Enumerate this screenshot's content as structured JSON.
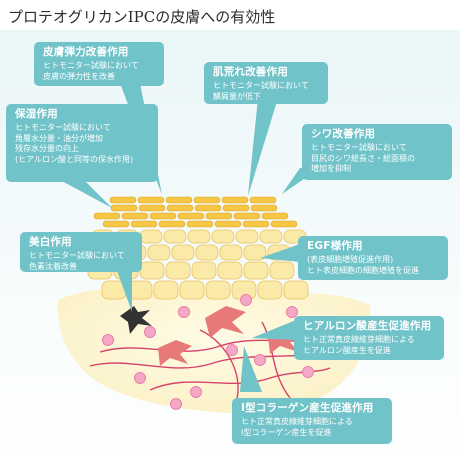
{
  "title": "プロテオグリカンIPCの皮膚への有効性",
  "callouts": {
    "elasticity": {
      "title": "皮膚弾力改善作用",
      "lines": [
        "ヒトモニター試験において",
        "皮膚の弾力性を改善"
      ]
    },
    "roughness": {
      "title": "肌荒れ改善作用",
      "lines": [
        "ヒトモニター試験において",
        "鱗屑量が低下"
      ]
    },
    "moisture": {
      "title": "保湿作用",
      "lines": [
        "ヒトモニター試験において",
        "角層水分量・油分が増加",
        "残存水分量の向上",
        "(ヒアルロン酸と同等の保水作用)"
      ]
    },
    "wrinkle": {
      "title": "シワ改善作用",
      "lines": [
        "ヒトモニター試験において",
        "目尻のシワ総長さ・総面積の",
        "増加を抑制"
      ]
    },
    "whitening": {
      "title": "美白作用",
      "lines": [
        "ヒトモニター試験において",
        "色素沈着改善"
      ]
    },
    "egf": {
      "title": "EGF様作用",
      "lines": [
        "(表皮細胞増殖促進作用)",
        "ヒト表皮細胞の細胞増殖を促進"
      ]
    },
    "hyaluronic": {
      "title": "ヒアルロン酸産生促進作用",
      "lines": [
        "ヒト正常真皮線維芽細胞による",
        "ヒアルロン酸産生を促進"
      ]
    },
    "collagen": {
      "title": "Ⅰ型コラーゲン産生促進作用",
      "lines": [
        "ヒト正常真皮線維芽細胞による",
        "I型コラーゲン産生を促進"
      ]
    }
  },
  "colors": {
    "callout": "#6fc3c9",
    "stratum_corneum": "#f6c645",
    "epidermis_cell": "#fbe9a8",
    "dermis": "#fdf7d6",
    "fibroblast": "#e77a79",
    "fiber": "#d3436a",
    "hyaluronic_dot": "#f4a8c5",
    "melanocyte": "#333333"
  }
}
